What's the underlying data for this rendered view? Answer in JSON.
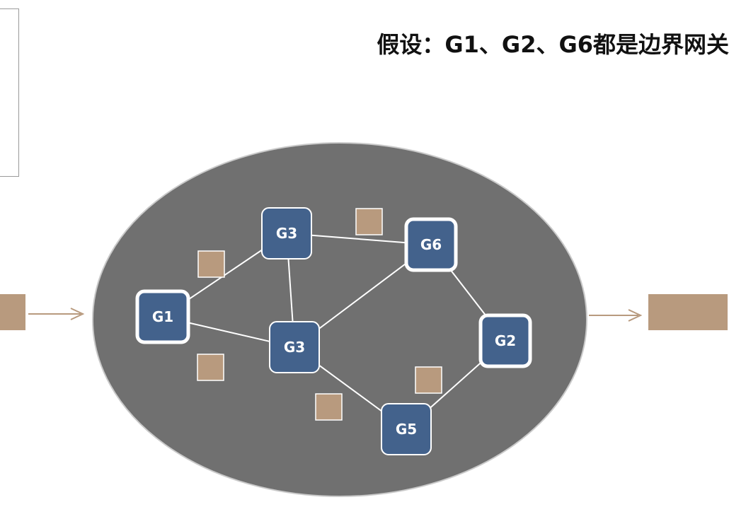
{
  "title": "假设：G1、G2、G6都是边界网关",
  "colors": {
    "network_area": "#707070",
    "node_fill": "#43628c",
    "node_border": "#ffffff",
    "connector": "#ffffff",
    "packet": "#b89a7e",
    "arrow": "#b89a7e"
  },
  "nodes": [
    {
      "id": "g1",
      "label": "G1",
      "border_gateway": true
    },
    {
      "id": "g3a",
      "label": "G3",
      "border_gateway": false
    },
    {
      "id": "g6",
      "label": "G6",
      "border_gateway": true
    },
    {
      "id": "g3b",
      "label": "G3",
      "border_gateway": false
    },
    {
      "id": "g2",
      "label": "G2",
      "border_gateway": true
    },
    {
      "id": "g5",
      "label": "G5",
      "border_gateway": false
    }
  ],
  "links": [
    [
      "g1",
      "g3a"
    ],
    [
      "g1",
      "g3b"
    ],
    [
      "g3a",
      "g3b"
    ],
    [
      "g3a",
      "g6"
    ],
    [
      "g3b",
      "g6"
    ],
    [
      "g3b",
      "g5"
    ],
    [
      "g6",
      "g2"
    ],
    [
      "g5",
      "g2"
    ]
  ]
}
